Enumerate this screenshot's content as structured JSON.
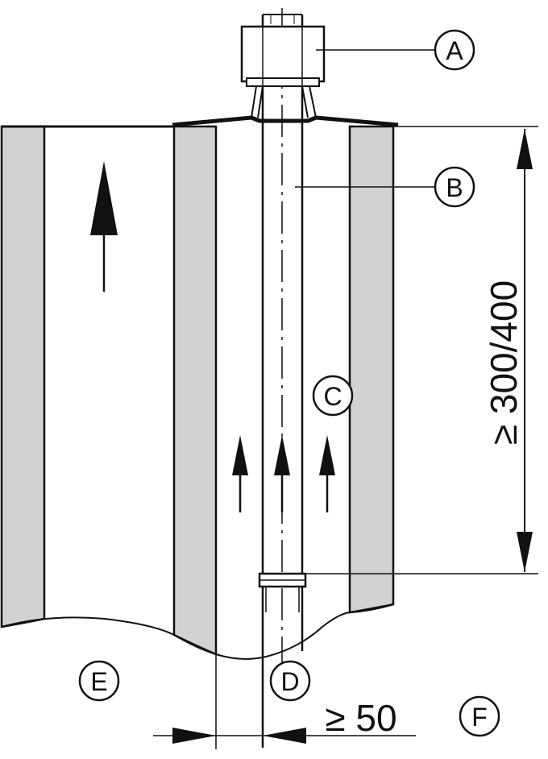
{
  "colors": {
    "line": "#111111",
    "wall_fill": "#d2d2d2",
    "background": "#ffffff"
  },
  "callouts": {
    "A": "A",
    "B": "B",
    "C": "C",
    "D": "D",
    "E": "E",
    "F": "F"
  },
  "dimensions": {
    "height_label": "≥ 300/400",
    "gap_label": "≥ 50"
  },
  "icons": {
    "flow_arrow": "up-arrow-icon",
    "dimension_arrow": "dimension-arrow-icon"
  }
}
